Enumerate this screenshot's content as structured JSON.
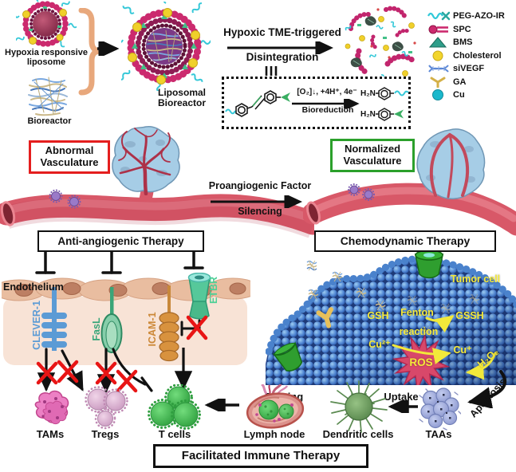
{
  "colors": {
    "abnormal_box_border": "#e41e1e",
    "normalized_box_border": "#2ba02b",
    "clever1": "#5b9bd5",
    "fasl": "#35a578",
    "icam1": "#cc8838",
    "etbr": "#4ecf96",
    "chem_text_yellow": "#f5e93a",
    "inhibit_x_red": "#e81515",
    "liposome_pink": "#cb2a6e",
    "tumor_blue": "#a6cde6",
    "vessel_red": "#d85868"
  },
  "top": {
    "hypoxia_line1": "Hypoxia responsive",
    "hypoxia_line2": "liposome",
    "bioreactor": "Bioreactor",
    "liposomal_line1": "Liposomal",
    "liposomal_line2": "Bioreactor",
    "trigger_line1": "Hypoxic TME-triggered",
    "trigger_line2": "Disintegration"
  },
  "legend": {
    "items": [
      {
        "label": "PEG-AZO-IR",
        "icon": "peg-azo-ir-icon"
      },
      {
        "label": "SPC",
        "icon": "spc-icon"
      },
      {
        "label": "BMS",
        "icon": "bms-icon"
      },
      {
        "label": "Cholesterol",
        "icon": "cholesterol-icon"
      },
      {
        "label": "siVEGF",
        "icon": "sivegf-icon"
      },
      {
        "label": "GA",
        "icon": "ga-icon"
      },
      {
        "label": "Cu",
        "icon": "cu-icon"
      }
    ]
  },
  "reaction": {
    "condition": "[O₂]↓, +4H⁺, 4e⁻",
    "mechanism": "Bioreduction",
    "amine1": "H₂N",
    "amine2": "H₂N"
  },
  "vasculature": {
    "abnormal_line1": "Abnormal",
    "abnormal_line2": "Vasculature",
    "normalized_line1": "Normalized",
    "normalized_line2": "Vasculature",
    "silencing_line1": "Proangiogenic Factor",
    "silencing_line2": "Silencing"
  },
  "anti_angiogenic": {
    "title": "Anti-angiogenic Therapy",
    "endothelium": "Endothelium",
    "receptor_clever1": "CLEVER-1",
    "receptor_fasl": "FasL",
    "receptor_icam1": "ICAM-1",
    "receptor_etbr": "ETBR",
    "cell_tams": "TAMs",
    "cell_tregs": "Tregs",
    "cell_tcells": "T cells"
  },
  "chemodynamic": {
    "title": "Chemodynamic Therapy",
    "tumor_cell": "Tumor cell",
    "gsh": "GSH",
    "fenton_line1": "Fenton",
    "fenton_line2": "reaction",
    "gssh": "GSSH",
    "cu2plus": "Cu²⁺",
    "cuplus": "Cu⁺",
    "ros": "ROS",
    "h2o2": "H₂O₂"
  },
  "immune": {
    "title": "Facilitated Immune Therapy",
    "apoptosis": "Apoptosis",
    "uptake": "Uptake",
    "priming": "Priming",
    "taas": "TAAs",
    "dendritic_cells": "Dendritic cells",
    "lymph_node": "Lymph node"
  }
}
